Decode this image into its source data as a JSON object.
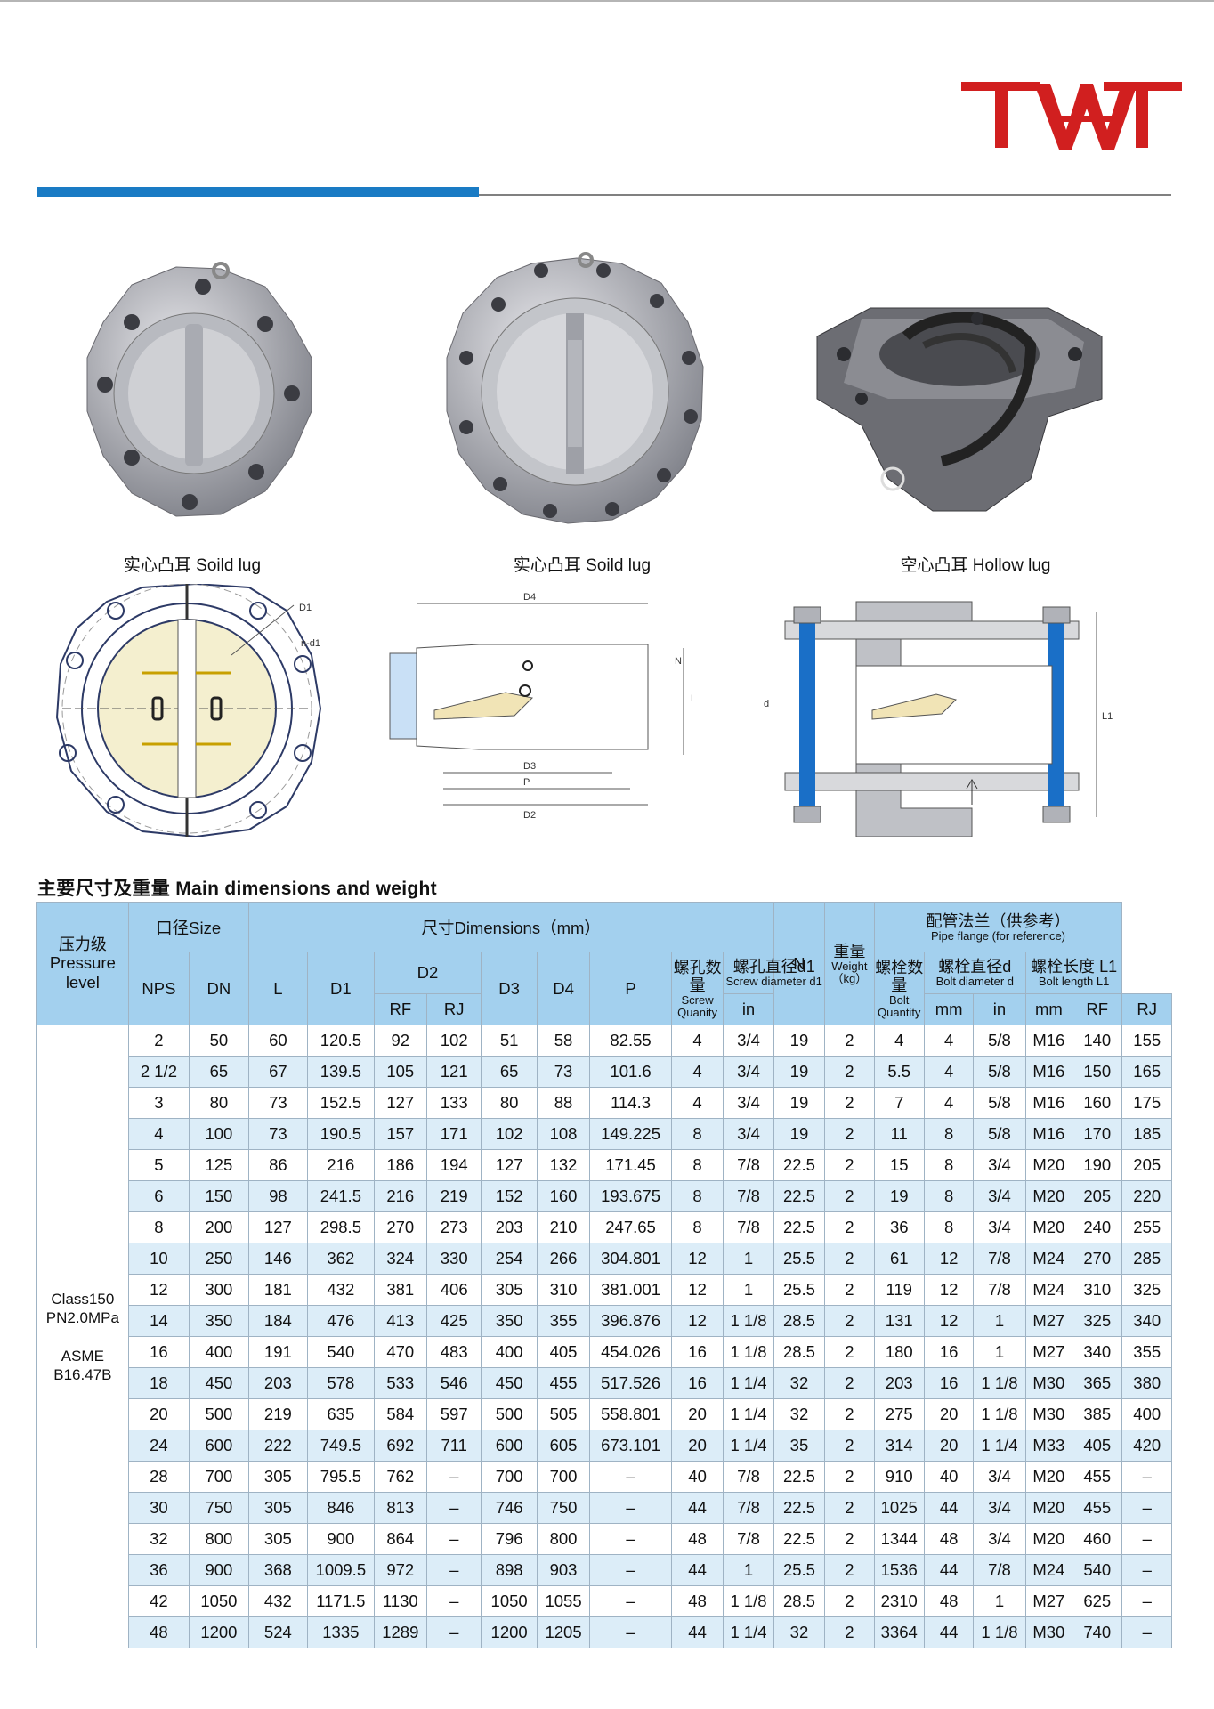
{
  "logo": {
    "text": "TWT"
  },
  "captions": [
    "实心凸耳 Soild lug",
    "实心凸耳 Soild lug",
    "空心凸耳 Hollow lug"
  ],
  "drawing_labels": {
    "front": [
      "D1",
      "n-d1"
    ],
    "section": [
      "D4",
      "N",
      "L",
      "D3",
      "P",
      "D2"
    ],
    "flanged": [
      "d",
      "L1"
    ]
  },
  "section_title": "主要尺寸及重量 Main dimensions and weight",
  "table": {
    "headers": {
      "pressure_cn": "压力级",
      "pressure_en1": "Pressure",
      "pressure_en2": "level",
      "size": "口径Size",
      "dimensions": "尺寸Dimensions（mm）",
      "flange_cn": "配管法兰（供参考）",
      "flange_en": "Pipe flange (for reference)",
      "nps": "NPS",
      "dn": "DN",
      "l": "L",
      "d1": "D1",
      "d2": "D2",
      "rf": "RF",
      "rj": "RJ",
      "d3": "D3",
      "d4": "D4",
      "p": "P",
      "screw_qty_cn": "螺孔数量",
      "screw_qty_en": "Screw Quanity",
      "screw_dia_cn": "螺孔直径d1",
      "screw_dia_en": "Screw diameter d1",
      "in": "in",
      "mm": "mm",
      "n": "N",
      "weight_cn": "重量",
      "weight_en": "Weight（kg）",
      "bolt_qty_cn": "螺栓数量",
      "bolt_qty_en": "Bolt Quantity",
      "bolt_dia_cn": "螺栓直径d",
      "bolt_dia_en": "Bolt diameter d",
      "bolt_len_cn": "螺栓长度 L1",
      "bolt_len_en": "Bolt length L1",
      "b_in": "in",
      "b_mm": "mm",
      "b_rf": "RF",
      "b_rj": "RJ"
    },
    "pressure_level": [
      "Class150",
      "PN2.0MPa",
      "ASME",
      "B16.47B"
    ],
    "rows": [
      [
        "2",
        "50",
        "60",
        "120.5",
        "92",
        "102",
        "51",
        "58",
        "82.55",
        "4",
        "3/4",
        "19",
        "2",
        "4",
        "4",
        "5/8",
        "M16",
        "140",
        "155"
      ],
      [
        "2 1/2",
        "65",
        "67",
        "139.5",
        "105",
        "121",
        "65",
        "73",
        "101.6",
        "4",
        "3/4",
        "19",
        "2",
        "5.5",
        "4",
        "5/8",
        "M16",
        "150",
        "165"
      ],
      [
        "3",
        "80",
        "73",
        "152.5",
        "127",
        "133",
        "80",
        "88",
        "114.3",
        "4",
        "3/4",
        "19",
        "2",
        "7",
        "4",
        "5/8",
        "M16",
        "160",
        "175"
      ],
      [
        "4",
        "100",
        "73",
        "190.5",
        "157",
        "171",
        "102",
        "108",
        "149.225",
        "8",
        "3/4",
        "19",
        "2",
        "11",
        "8",
        "5/8",
        "M16",
        "170",
        "185"
      ],
      [
        "5",
        "125",
        "86",
        "216",
        "186",
        "194",
        "127",
        "132",
        "171.45",
        "8",
        "7/8",
        "22.5",
        "2",
        "15",
        "8",
        "3/4",
        "M20",
        "190",
        "205"
      ],
      [
        "6",
        "150",
        "98",
        "241.5",
        "216",
        "219",
        "152",
        "160",
        "193.675",
        "8",
        "7/8",
        "22.5",
        "2",
        "19",
        "8",
        "3/4",
        "M20",
        "205",
        "220"
      ],
      [
        "8",
        "200",
        "127",
        "298.5",
        "270",
        "273",
        "203",
        "210",
        "247.65",
        "8",
        "7/8",
        "22.5",
        "2",
        "36",
        "8",
        "3/4",
        "M20",
        "240",
        "255"
      ],
      [
        "10",
        "250",
        "146",
        "362",
        "324",
        "330",
        "254",
        "266",
        "304.801",
        "12",
        "1",
        "25.5",
        "2",
        "61",
        "12",
        "7/8",
        "M24",
        "270",
        "285"
      ],
      [
        "12",
        "300",
        "181",
        "432",
        "381",
        "406",
        "305",
        "310",
        "381.001",
        "12",
        "1",
        "25.5",
        "2",
        "119",
        "12",
        "7/8",
        "M24",
        "310",
        "325"
      ],
      [
        "14",
        "350",
        "184",
        "476",
        "413",
        "425",
        "350",
        "355",
        "396.876",
        "12",
        "1 1/8",
        "28.5",
        "2",
        "131",
        "12",
        "1",
        "M27",
        "325",
        "340"
      ],
      [
        "16",
        "400",
        "191",
        "540",
        "470",
        "483",
        "400",
        "405",
        "454.026",
        "16",
        "1 1/8",
        "28.5",
        "2",
        "180",
        "16",
        "1",
        "M27",
        "340",
        "355"
      ],
      [
        "18",
        "450",
        "203",
        "578",
        "533",
        "546",
        "450",
        "455",
        "517.526",
        "16",
        "1 1/4",
        "32",
        "2",
        "203",
        "16",
        "1 1/8",
        "M30",
        "365",
        "380"
      ],
      [
        "20",
        "500",
        "219",
        "635",
        "584",
        "597",
        "500",
        "505",
        "558.801",
        "20",
        "1 1/4",
        "32",
        "2",
        "275",
        "20",
        "1 1/8",
        "M30",
        "385",
        "400"
      ],
      [
        "24",
        "600",
        "222",
        "749.5",
        "692",
        "711",
        "600",
        "605",
        "673.101",
        "20",
        "1 1/4",
        "35",
        "2",
        "314",
        "20",
        "1 1/4",
        "M33",
        "405",
        "420"
      ],
      [
        "28",
        "700",
        "305",
        "795.5",
        "762",
        "–",
        "700",
        "700",
        "–",
        "40",
        "7/8",
        "22.5",
        "2",
        "910",
        "40",
        "3/4",
        "M20",
        "455",
        "–"
      ],
      [
        "30",
        "750",
        "305",
        "846",
        "813",
        "–",
        "746",
        "750",
        "–",
        "44",
        "7/8",
        "22.5",
        "2",
        "1025",
        "44",
        "3/4",
        "M20",
        "455",
        "–"
      ],
      [
        "32",
        "800",
        "305",
        "900",
        "864",
        "–",
        "796",
        "800",
        "–",
        "48",
        "7/8",
        "22.5",
        "2",
        "1344",
        "48",
        "3/4",
        "M20",
        "460",
        "–"
      ],
      [
        "36",
        "900",
        "368",
        "1009.5",
        "972",
        "–",
        "898",
        "903",
        "–",
        "44",
        "1",
        "25.5",
        "2",
        "1536",
        "44",
        "7/8",
        "M24",
        "540",
        "–"
      ],
      [
        "42",
        "1050",
        "432",
        "1171.5",
        "1130",
        "–",
        "1050",
        "1055",
        "–",
        "48",
        "1 1/8",
        "28.5",
        "2",
        "2310",
        "48",
        "1",
        "M27",
        "625",
        "–"
      ],
      [
        "48",
        "1200",
        "524",
        "1335",
        "1289",
        "–",
        "1200",
        "1205",
        "–",
        "44",
        "1 1/4",
        "32",
        "2",
        "3364",
        "44",
        "1 1/8",
        "M30",
        "740",
        "–"
      ]
    ]
  },
  "colors": {
    "logo_red": "#d11f1f",
    "accent_blue": "#1a7bc4",
    "header_bg": "#a3d0ee",
    "stripe_bg": "#dcedf8"
  }
}
